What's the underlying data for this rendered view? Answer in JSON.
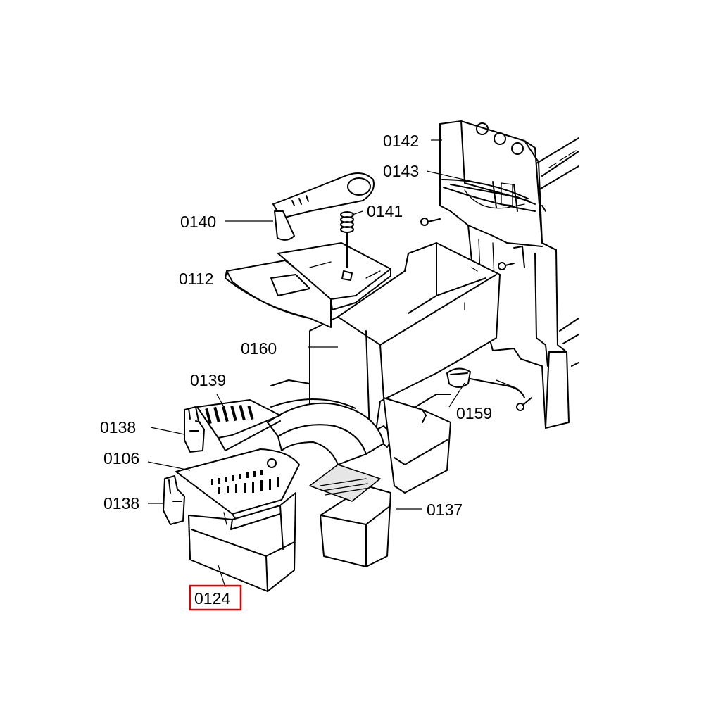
{
  "parts": [
    {
      "id": "p0142",
      "number": "0142"
    },
    {
      "id": "p0143",
      "number": "0143"
    },
    {
      "id": "p0140",
      "number": "0140"
    },
    {
      "id": "p0141",
      "number": "0141"
    },
    {
      "id": "p0112",
      "number": "0112"
    },
    {
      "id": "p0160",
      "number": "0160"
    },
    {
      "id": "p0139",
      "number": "0139"
    },
    {
      "id": "p0138a",
      "number": "0138"
    },
    {
      "id": "p0159",
      "number": "0159"
    },
    {
      "id": "p0106",
      "number": "0106"
    },
    {
      "id": "p0138b",
      "number": "0138"
    },
    {
      "id": "p0137",
      "number": "0137"
    },
    {
      "id": "p0124",
      "number": "0124"
    }
  ],
  "highlight": {
    "part": "0124",
    "color": "#e00000"
  }
}
